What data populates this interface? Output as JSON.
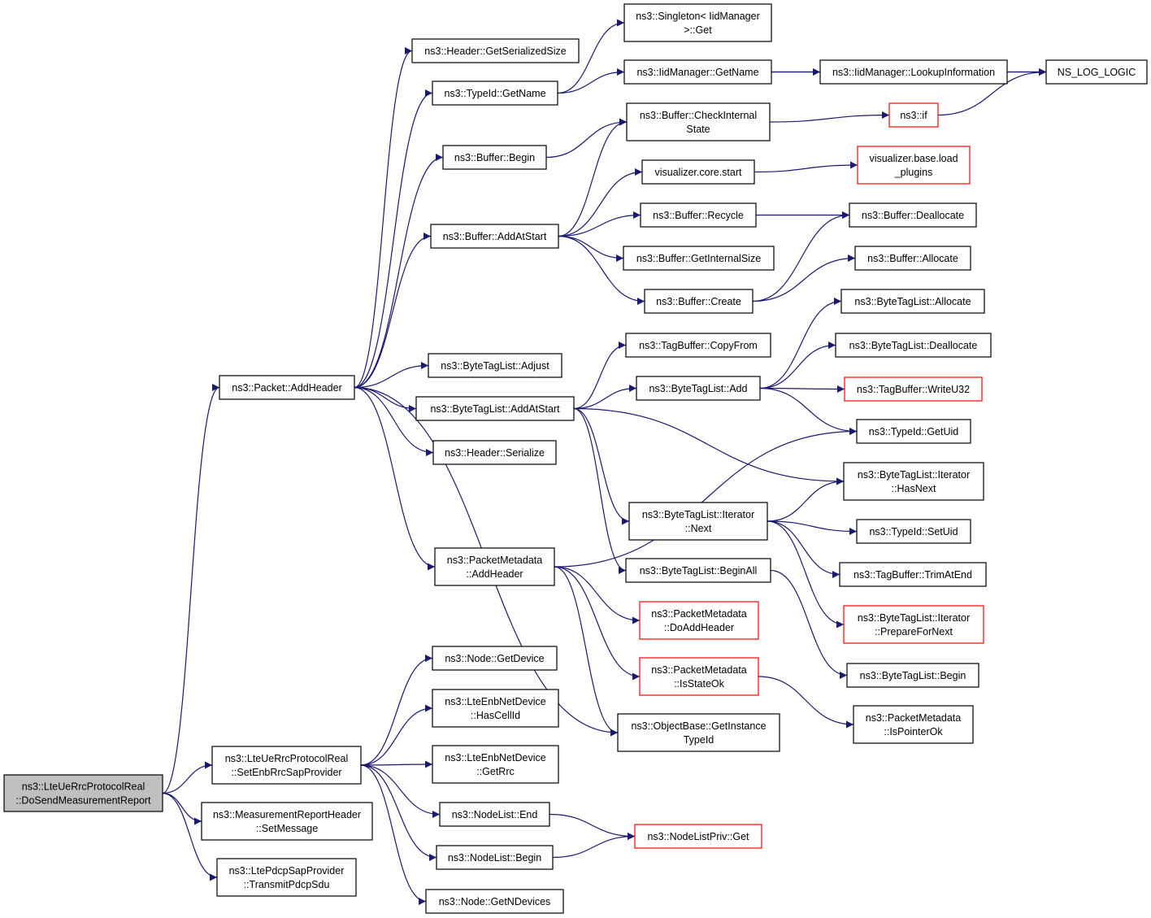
{
  "colors": {
    "edge": "#191970",
    "node_border": "#000000",
    "node_border_truncated": "#ff0000",
    "root_fill": "#bfbfbf",
    "node_fill": "#ffffff"
  },
  "nodes": [
    {
      "id": "root",
      "lines": [
        "ns3::LteUeRrcProtocolReal",
        "::DoSendMeasurementReport"
      ],
      "root": true
    },
    {
      "id": "addheader",
      "lines": [
        "ns3::Packet::AddHeader"
      ]
    },
    {
      "id": "setenb",
      "lines": [
        "ns3::LteUeRrcProtocolReal",
        "::SetEnbRrcSapProvider"
      ]
    },
    {
      "id": "measmsg",
      "lines": [
        "ns3::MeasurementReportHeader",
        "::SetMessage"
      ]
    },
    {
      "id": "transmit",
      "lines": [
        "ns3::LtePdcpSapProvider",
        "::TransmitPdcpSdu"
      ]
    },
    {
      "id": "hdr_size",
      "lines": [
        "ns3::Header::GetSerializedSize"
      ]
    },
    {
      "id": "typeid_getname",
      "lines": [
        "ns3::TypeId::GetName"
      ]
    },
    {
      "id": "buf_begin",
      "lines": [
        "ns3::Buffer::Begin"
      ]
    },
    {
      "id": "buf_addatstart",
      "lines": [
        "ns3::Buffer::AddAtStart"
      ]
    },
    {
      "id": "btl_adjust",
      "lines": [
        "ns3::ByteTagList::Adjust"
      ]
    },
    {
      "id": "btl_addatstart",
      "lines": [
        "ns3::ByteTagList::AddAtStart"
      ]
    },
    {
      "id": "hdr_serialize",
      "lines": [
        "ns3::Header::Serialize"
      ]
    },
    {
      "id": "pm_addheader",
      "lines": [
        "ns3::PacketMetadata",
        "::AddHeader"
      ]
    },
    {
      "id": "node_getdevice",
      "lines": [
        "ns3::Node::GetDevice"
      ]
    },
    {
      "id": "enb_hascellid",
      "lines": [
        "ns3::LteEnbNetDevice",
        "::HasCellId"
      ]
    },
    {
      "id": "enb_getrrc",
      "lines": [
        "ns3::LteEnbNetDevice",
        "::GetRrc"
      ]
    },
    {
      "id": "nodelist_end",
      "lines": [
        "ns3::NodeList::End"
      ]
    },
    {
      "id": "nodelist_begin",
      "lines": [
        "ns3::NodeList::Begin"
      ]
    },
    {
      "id": "node_getndevices",
      "lines": [
        "ns3::Node::GetNDevices"
      ]
    },
    {
      "id": "singleton_get",
      "lines": [
        "ns3::Singleton< IidManager",
        " >::Get"
      ]
    },
    {
      "id": "iid_getname",
      "lines": [
        "ns3::IidManager::GetName"
      ]
    },
    {
      "id": "buf_checkstate",
      "lines": [
        "ns3::Buffer::CheckInternal",
        "State"
      ]
    },
    {
      "id": "vis_start",
      "lines": [
        "visualizer.core.start"
      ]
    },
    {
      "id": "buf_recycle",
      "lines": [
        "ns3::Buffer::Recycle"
      ]
    },
    {
      "id": "buf_getinternalsize",
      "lines": [
        "ns3::Buffer::GetInternalSize"
      ]
    },
    {
      "id": "buf_create",
      "lines": [
        "ns3::Buffer::Create"
      ]
    },
    {
      "id": "tagbuf_copyfrom",
      "lines": [
        "ns3::TagBuffer::CopyFrom"
      ]
    },
    {
      "id": "btl_add",
      "lines": [
        "ns3::ByteTagList::Add"
      ]
    },
    {
      "id": "btl_it_next",
      "lines": [
        "ns3::ByteTagList::Iterator",
        "::Next"
      ]
    },
    {
      "id": "btl_beginall",
      "lines": [
        "ns3::ByteTagList::BeginAll"
      ]
    },
    {
      "id": "pm_doaddheader",
      "lines": [
        "ns3::PacketMetadata",
        "::DoAddHeader"
      ],
      "truncated": true
    },
    {
      "id": "pm_isstateok",
      "lines": [
        "ns3::PacketMetadata",
        "::IsStateOk"
      ],
      "truncated": true
    },
    {
      "id": "objbase_gettypeid",
      "lines": [
        "ns3::ObjectBase::GetInstance",
        "TypeId"
      ]
    },
    {
      "id": "nodelistpriv_get",
      "lines": [
        "ns3::NodeListPriv::Get"
      ],
      "truncated": true
    },
    {
      "id": "iid_lookup",
      "lines": [
        "ns3::IidManager::LookupInformation"
      ]
    },
    {
      "id": "ns3_if",
      "lines": [
        "ns3::if"
      ],
      "truncated": true
    },
    {
      "id": "vis_loadplugins",
      "lines": [
        "visualizer.base.load",
        "_plugins"
      ],
      "truncated": true
    },
    {
      "id": "buf_deallocate",
      "lines": [
        "ns3::Buffer::Deallocate"
      ]
    },
    {
      "id": "buf_allocate",
      "lines": [
        "ns3::Buffer::Allocate"
      ]
    },
    {
      "id": "btl_allocate",
      "lines": [
        "ns3::ByteTagList::Allocate"
      ]
    },
    {
      "id": "btl_deallocate",
      "lines": [
        "ns3::ByteTagList::Deallocate"
      ]
    },
    {
      "id": "tagbuf_writeu32",
      "lines": [
        "ns3::TagBuffer::WriteU32"
      ],
      "truncated": true
    },
    {
      "id": "typeid_getuid",
      "lines": [
        "ns3::TypeId::GetUid"
      ]
    },
    {
      "id": "btl_it_hasnext",
      "lines": [
        "ns3::ByteTagList::Iterator",
        "::HasNext"
      ]
    },
    {
      "id": "typeid_setuid",
      "lines": [
        "ns3::TypeId::SetUid"
      ]
    },
    {
      "id": "tagbuf_trimatend",
      "lines": [
        "ns3::TagBuffer::TrimAtEnd"
      ]
    },
    {
      "id": "btl_it_preparefornext",
      "lines": [
        "ns3::ByteTagList::Iterator",
        "::PrepareForNext"
      ],
      "truncated": true
    },
    {
      "id": "btl_begin",
      "lines": [
        "ns3::ByteTagList::Begin"
      ]
    },
    {
      "id": "pm_ispointerok",
      "lines": [
        "ns3::PacketMetadata",
        "::IsPointerOk"
      ]
    },
    {
      "id": "ns_log_logic",
      "lines": [
        "NS_LOG_LOGIC"
      ]
    }
  ],
  "edges": [
    [
      "root",
      "addheader"
    ],
    [
      "root",
      "setenb"
    ],
    [
      "root",
      "measmsg"
    ],
    [
      "root",
      "transmit"
    ],
    [
      "addheader",
      "hdr_size"
    ],
    [
      "addheader",
      "typeid_getname"
    ],
    [
      "addheader",
      "buf_begin"
    ],
    [
      "addheader",
      "buf_addatstart"
    ],
    [
      "addheader",
      "btl_adjust"
    ],
    [
      "addheader",
      "btl_addatstart"
    ],
    [
      "addheader",
      "hdr_serialize"
    ],
    [
      "addheader",
      "pm_addheader"
    ],
    [
      "addheader",
      "objbase_gettypeid"
    ],
    [
      "typeid_getname",
      "singleton_get"
    ],
    [
      "typeid_getname",
      "iid_getname"
    ],
    [
      "iid_getname",
      "iid_lookup"
    ],
    [
      "iid_getname",
      "ns_log_logic"
    ],
    [
      "iid_lookup",
      "ns_log_logic"
    ],
    [
      "buf_begin",
      "buf_checkstate"
    ],
    [
      "buf_checkstate",
      "ns3_if"
    ],
    [
      "ns3_if",
      "ns_log_logic"
    ],
    [
      "buf_addatstart",
      "buf_checkstate"
    ],
    [
      "buf_addatstart",
      "vis_start"
    ],
    [
      "buf_addatstart",
      "buf_recycle"
    ],
    [
      "buf_addatstart",
      "buf_getinternalsize"
    ],
    [
      "buf_addatstart",
      "buf_create"
    ],
    [
      "vis_start",
      "vis_loadplugins"
    ],
    [
      "buf_recycle",
      "buf_deallocate"
    ],
    [
      "buf_create",
      "buf_deallocate"
    ],
    [
      "buf_create",
      "buf_allocate"
    ],
    [
      "btl_addatstart",
      "tagbuf_copyfrom"
    ],
    [
      "btl_addatstart",
      "btl_add"
    ],
    [
      "btl_addatstart",
      "btl_it_next"
    ],
    [
      "btl_addatstart",
      "btl_beginall"
    ],
    [
      "btl_addatstart",
      "btl_it_hasnext"
    ],
    [
      "btl_add",
      "btl_allocate"
    ],
    [
      "btl_add",
      "btl_deallocate"
    ],
    [
      "btl_add",
      "tagbuf_writeu32"
    ],
    [
      "btl_add",
      "typeid_getuid"
    ],
    [
      "btl_it_next",
      "btl_it_hasnext"
    ],
    [
      "btl_it_next",
      "typeid_setuid"
    ],
    [
      "btl_it_next",
      "tagbuf_trimatend"
    ],
    [
      "btl_it_next",
      "btl_it_preparefornext"
    ],
    [
      "btl_beginall",
      "btl_begin"
    ],
    [
      "pm_addheader",
      "typeid_getuid"
    ],
    [
      "pm_addheader",
      "pm_doaddheader"
    ],
    [
      "pm_addheader",
      "pm_isstateok"
    ],
    [
      "pm_addheader",
      "objbase_gettypeid"
    ],
    [
      "pm_isstateok",
      "pm_ispointerok"
    ],
    [
      "setenb",
      "node_getdevice"
    ],
    [
      "setenb",
      "enb_hascellid"
    ],
    [
      "setenb",
      "enb_getrrc"
    ],
    [
      "setenb",
      "nodelist_end"
    ],
    [
      "setenb",
      "nodelist_begin"
    ],
    [
      "setenb",
      "node_getndevices"
    ],
    [
      "nodelist_end",
      "nodelistpriv_get"
    ],
    [
      "nodelist_begin",
      "nodelistpriv_get"
    ]
  ]
}
